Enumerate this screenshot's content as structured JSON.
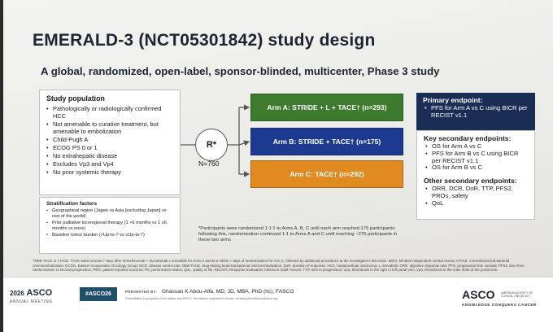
{
  "slide": {
    "title": "EMERALD-3 (NCT05301842) study design",
    "subtitle": "A global, randomized, open-label, sponsor-blinded, multicenter, Phase 3 study"
  },
  "population": {
    "title": "Study population",
    "items": [
      "Pathologically or radiologically confirmed HCC",
      "Not amenable to curative treatment, but amenable to embolization",
      "Child-Pugh A",
      "ECOG PS 0 or 1",
      "No extrahepatic disease",
      "Excludes Vp3 and Vp4",
      "No prior systemic therapy"
    ]
  },
  "stratification": {
    "title": "Stratification factors",
    "items": [
      "Geographical region (Japan vs Asia [excluding Japan] vs rest of the world)",
      "Prior palliative locoregional therapy (1 >6 months vs 1 ≤6 months vs none)",
      "Baseline tumor burden (>Up-to-7 vs ≤Up-to-7)"
    ]
  },
  "randomization": {
    "label": "R*",
    "n": "N=760"
  },
  "arms": [
    {
      "label": "Arm A: STRIDE + L + TACE† (n=293)",
      "color": "#3d7a2d"
    },
    {
      "label": "Arm B: STRIDE + TACE† (n=175)",
      "color": "#1d3a91"
    },
    {
      "label": "Arm C: TACE† (n=292)",
      "color": "#e08a1f"
    }
  ],
  "endpoints": {
    "primary_title": "Primary endpoint:",
    "primary_items": [
      "PFS for Arm A vs C using BICR per RECIST v1.1"
    ],
    "key_secondary_title": "Key secondary endpoints:",
    "key_secondary_items": [
      "OS for Arm A vs C",
      "PFS for Arm B vs C using BICR per RECIST v1.1",
      "OS for Arm B vs C"
    ],
    "other_secondary_title": "Other secondary endpoints:",
    "other_secondary_items": [
      "ORR, DCR, DoR, TTP, PFS2, PROs, safety",
      "QoL"
    ]
  },
  "footnote": "*Participants were randomized 1:1:1 to Arms A, B, C until each arm reached 175 participants; following this, randomization continued 1:1 to Arms A and C until reaching ~275 participants in these two arms",
  "abbreviations": "†DEB-TACE or cTACE. TACE starts at least 7 days after tremelimumab + durvalumab ± lenvatinib for Arms A and B or within 7 days of randomization for Arm C, followed by additional procedures at the investigator's discretion. BICR, blinded independent central review; cTACE, conventional transarterial chemoembolization; ECOG, Eastern Cooperative Oncology Group; DCR, disease control rate; DEB-TACE, drug-eluting bead-transarterial chemoembolization; DoR, duration of response; HCC, hepatocellular carcinoma; L, lenvatinib; ORR, objective response rate; PFS, progression-free survival; PFS2, time from randomization to second progression; PRO, patient-reported outcome; PS, performance status; QoL, quality of life; RECIST, Response Evaluation Criteria in Solid Tumors; TTP, time to progression; Vp3, thrombosis in the right or left portal vein; Vp4, thrombosis in the main trunk of the portal vein.",
  "footer": {
    "year": "2026",
    "asco": "ASCO",
    "meeting": "ANNUAL MEETING",
    "hashtag": "#ASCO26",
    "presented_by": "PRESENTED BY:",
    "presenter": "Ghassan K Abou-Alfa, MD, JD, MBA, PhD (hc), FASCO",
    "permission": "Presentation is property of the author and ASCO. Permission required for reuse; contact permissions@asco.org",
    "right_logo": "ASCO",
    "right_small": "AMERICAN SOCIETY OF CLINICAL ONCOLOGY",
    "right_tag": "KNOWLEDGE CONQUERS CANCER"
  }
}
